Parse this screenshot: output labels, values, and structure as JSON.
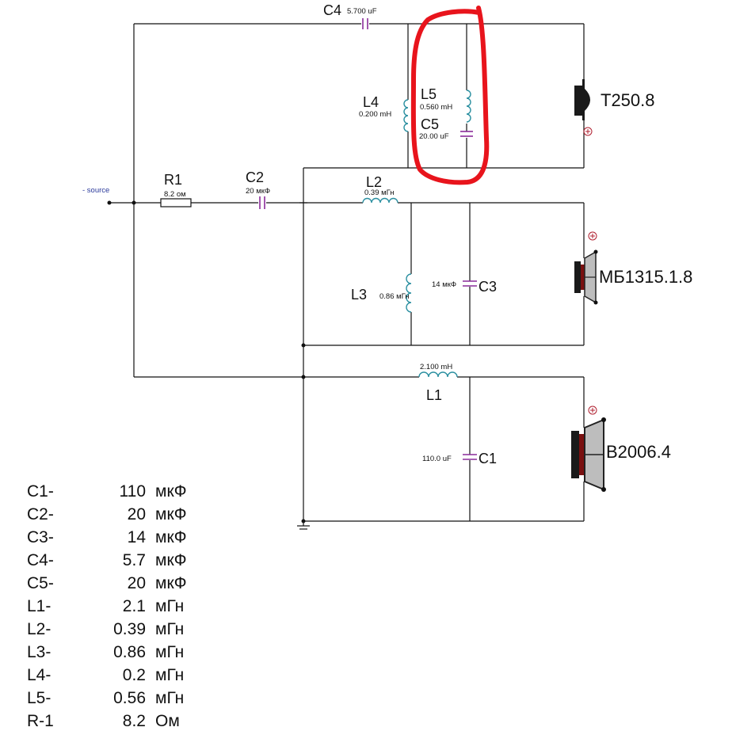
{
  "source": {
    "label": "- source"
  },
  "components": {
    "R1": {
      "name": "R1",
      "value": "8.2 ом"
    },
    "C2": {
      "name": "C2",
      "value": "20 мкФ"
    },
    "C4": {
      "name": "C4",
      "value": "5.700 uF"
    },
    "L4": {
      "name": "L4",
      "value": "0.200 mH"
    },
    "L5": {
      "name": "L5",
      "value": "0.560 mH"
    },
    "C5": {
      "name": "C5",
      "value": "20.00 uF"
    },
    "L2": {
      "name": "L2",
      "value": "0.39 мГн"
    },
    "L3": {
      "name": "L3",
      "value": "0.86 мГн"
    },
    "C3": {
      "name": "C3",
      "value": "14 мкФ"
    },
    "L1": {
      "name": "L1",
      "value": "2.100 mH"
    },
    "C1": {
      "name": "C1",
      "value": "110.0 uF"
    }
  },
  "speakers": {
    "tweeter": "T250.8",
    "midrange": "МБ1315.1.8",
    "woofer": "B2006.4"
  },
  "colors": {
    "highlight": "#e8141c",
    "coil": "#2a8fa0",
    "capacitor": "#8a2c9a",
    "wire": "#111111"
  },
  "legend": [
    {
      "name": "C1-",
      "value": "110",
      "unit": "мкФ"
    },
    {
      "name": "C2-",
      "value": "20",
      "unit": "мкФ"
    },
    {
      "name": "C3-",
      "value": "14",
      "unit": "мкФ"
    },
    {
      "name": "C4-",
      "value": "5.7",
      "unit": "мкФ"
    },
    {
      "name": "C5-",
      "value": "20",
      "unit": "мкФ"
    },
    {
      "name": "L1-",
      "value": "2.1",
      "unit": "мГн"
    },
    {
      "name": "L2-",
      "value": "0.39",
      "unit": "мГн"
    },
    {
      "name": "L3-",
      "value": "0.86",
      "unit": "мГн"
    },
    {
      "name": "L4-",
      "value": "0.2",
      "unit": "мГн"
    },
    {
      "name": "L5-",
      "value": "0.56",
      "unit": "мГн"
    },
    {
      "name": "R-1",
      "value": "8.2",
      "unit": "Ом"
    }
  ]
}
